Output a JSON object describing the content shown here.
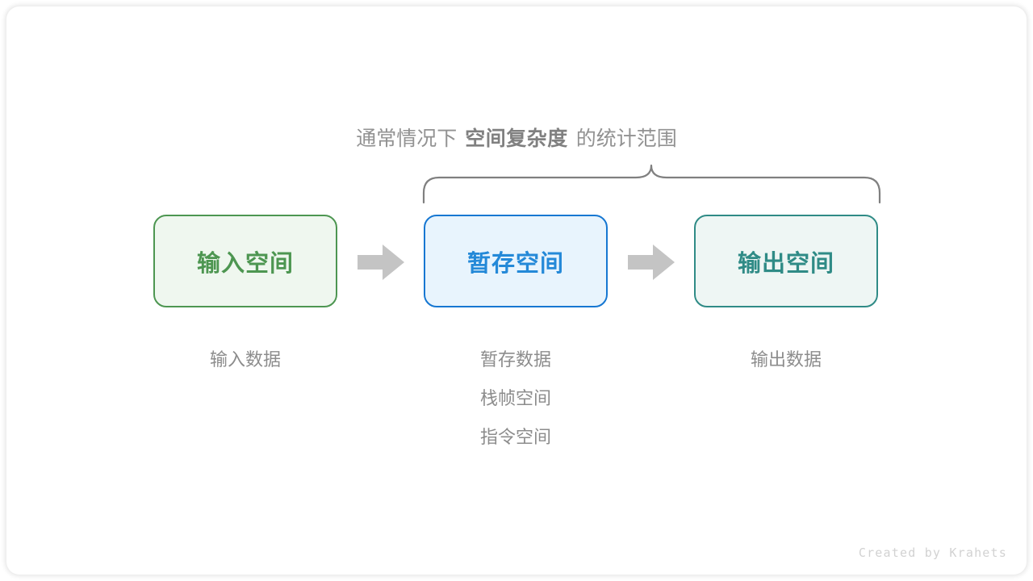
{
  "theme": {
    "page_bg": "#ffffff",
    "card_bg": "#ffffff",
    "muted_text": "#8c8c8c",
    "brace_color": "#808080",
    "arrow_color": "#c4c4c4",
    "green": "#4d9651",
    "green_fill": "#eff7ef",
    "green_text": "#4d9651",
    "blue": "#1677d2",
    "blue_fill": "#e8f4fd",
    "blue_text": "#2489d8",
    "teal": "#2f8b86",
    "teal_fill": "#eef6f4",
    "teal_text": "#2f8b86",
    "footer_color": "#d2d2d2"
  },
  "caption": {
    "prefix": "通常情况下",
    "emphasis": "空间复杂度",
    "suffix": "的统计范围"
  },
  "brace": {
    "label": "space-complexity-scope-brace",
    "spans_boxes": [
      "暂存空间",
      "输出空间"
    ]
  },
  "boxes": [
    {
      "id": "input-space",
      "title": "输入空间",
      "border": "#4d9651",
      "fill": "#eff7ef",
      "text": "#4d9651",
      "labels": [
        "输入数据"
      ]
    },
    {
      "id": "temp-space",
      "title": "暂存空间",
      "border": "#1677d2",
      "fill": "#e8f4fd",
      "text": "#2489d8",
      "labels": [
        "暂存数据",
        "栈帧空间",
        "指令空间"
      ]
    },
    {
      "id": "output-space",
      "title": "输出空间",
      "border": "#2f8b86",
      "fill": "#eef6f4",
      "text": "#2f8b86",
      "labels": [
        "输出数据"
      ]
    }
  ],
  "arrows": [
    {
      "id": "arrow-input-to-temp",
      "icon": "arrow-right-icon"
    },
    {
      "id": "arrow-temp-to-output",
      "icon": "arrow-right-icon"
    }
  ],
  "footer": {
    "credit": "Created by Krahets"
  }
}
